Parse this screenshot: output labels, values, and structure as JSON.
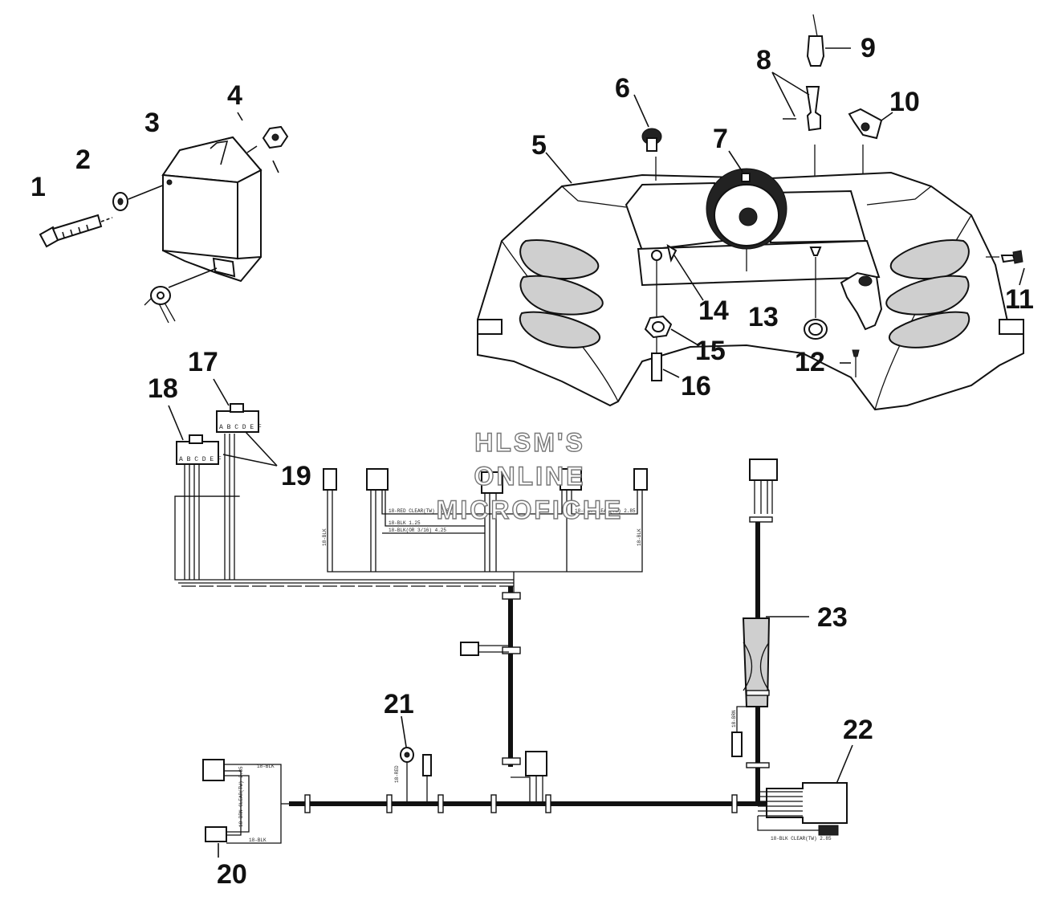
{
  "callouts": [
    {
      "id": "1",
      "label": "1"
    },
    {
      "id": "2",
      "label": "2"
    },
    {
      "id": "3",
      "label": "3"
    },
    {
      "id": "4",
      "label": "4"
    },
    {
      "id": "5",
      "label": "5"
    },
    {
      "id": "6",
      "label": "6"
    },
    {
      "id": "7",
      "label": "7"
    },
    {
      "id": "8",
      "label": "8"
    },
    {
      "id": "9",
      "label": "9"
    },
    {
      "id": "10",
      "label": "10"
    },
    {
      "id": "11",
      "label": "11"
    },
    {
      "id": "12",
      "label": "12"
    },
    {
      "id": "13",
      "label": "13"
    },
    {
      "id": "14",
      "label": "14"
    },
    {
      "id": "15",
      "label": "15"
    },
    {
      "id": "16",
      "label": "16"
    },
    {
      "id": "17",
      "label": "17"
    },
    {
      "id": "18",
      "label": "18"
    },
    {
      "id": "19",
      "label": "19"
    },
    {
      "id": "20",
      "label": "20"
    },
    {
      "id": "21",
      "label": "21"
    },
    {
      "id": "22",
      "label": "22"
    },
    {
      "id": "23",
      "label": "23"
    }
  ],
  "watermark": {
    "line1": "HLSM'S",
    "line2": "ONLINE",
    "line3": "MICROFICHE"
  },
  "connector_pins": {
    "connector_17": "A B C D E F",
    "connector_18": "A B C D E F"
  },
  "wire_tags": {
    "t1": "18-RED  CLEAR(TW)  2.85",
    "t2": "18-BLK  1.25",
    "t3": "18-BLK(OR 3/16)  4.25",
    "t4": "18-BLK  CLEAR(TW)  2.85",
    "t5": "18-BLK",
    "t6": "18-BLK",
    "t7": "18-RED",
    "t8": "18-BRN",
    "t9": "18-BLK  CLEAR(TW)  2.85",
    "t10": "18-BRN  CLEAR(TW)  2.85",
    "t11": "18-BLK",
    "t12": "18-BLK"
  }
}
